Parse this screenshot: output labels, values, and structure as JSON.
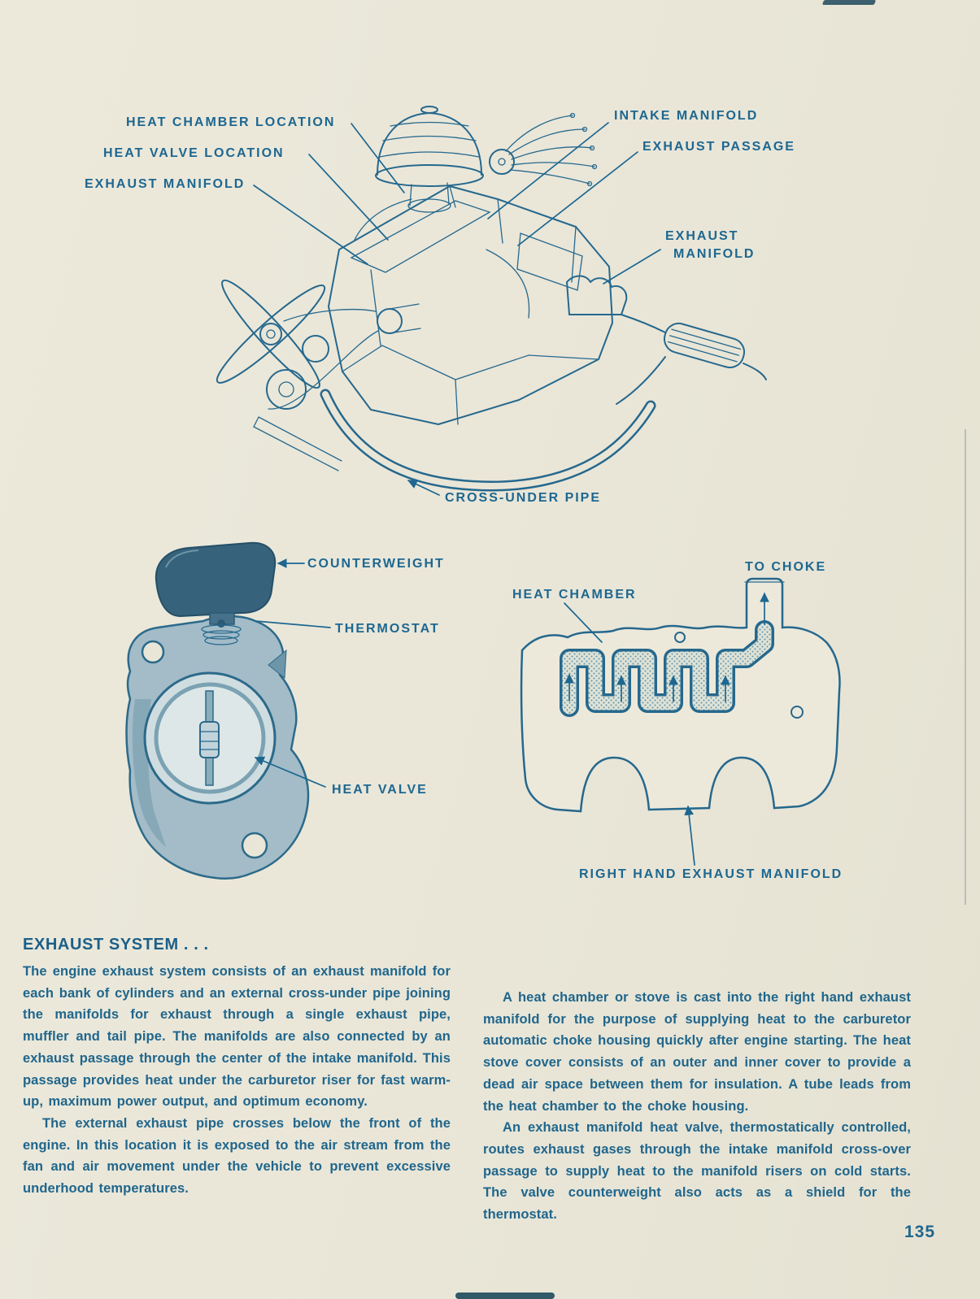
{
  "page": {
    "number": "135"
  },
  "colors": {
    "ink": "#26688d",
    "background": "#e9e6d8"
  },
  "figures": {
    "engine": {
      "labels": {
        "heat_chamber_location": "HEAT CHAMBER LOCATION",
        "heat_valve_location": "HEAT VALVE LOCATION",
        "exhaust_manifold_left": "EXHAUST MANIFOLD",
        "intake_manifold": "INTAKE MANIFOLD",
        "exhaust_passage": "EXHAUST PASSAGE",
        "exhaust_right_line1": "EXHAUST",
        "exhaust_right_line2": "MANIFOLD",
        "cross_under_pipe": "CROSS-UNDER PIPE"
      }
    },
    "valve": {
      "labels": {
        "counterweight": "COUNTERWEIGHT",
        "thermostat": "THERMOSTAT",
        "heat_valve": "HEAT VALVE"
      }
    },
    "manifold": {
      "labels": {
        "heat_chamber": "HEAT CHAMBER",
        "to_choke": "TO CHOKE",
        "right_hand_exhaust_manifold": "RIGHT HAND EXHAUST MANIFOLD"
      }
    }
  },
  "article": {
    "heading": "EXHAUST SYSTEM . . .",
    "columns": {
      "left": [
        "The engine exhaust system consists of an exhaust manifold for each bank of cylinders and an external cross-under pipe joining the manifolds for exhaust through a single exhaust pipe, muffler and tail pipe. The manifolds are also connected by an exhaust passage through the center of the intake manifold. This passage provides heat under the carburetor riser for fast warm-up, maximum power output, and optimum economy.",
        "The external exhaust pipe crosses below the front of the engine. In this location it is exposed to the air stream from the fan and air movement under the vehicle to prevent excessive underhood temperatures."
      ],
      "right": [
        "A heat chamber or stove is cast into the right hand exhaust manifold for the purpose of supplying heat to the carburetor automatic choke housing quickly after engine starting. The heat stove cover consists of an outer and inner cover to provide a dead air space between them for insulation. A tube leads from the heat chamber to the choke housing.",
        "An exhaust manifold heat valve, thermostatically controlled, routes exhaust gases through the intake manifold cross-over passage to supply heat to the manifold risers on cold starts. The valve counterweight also acts as a shield for the thermostat."
      ]
    }
  }
}
